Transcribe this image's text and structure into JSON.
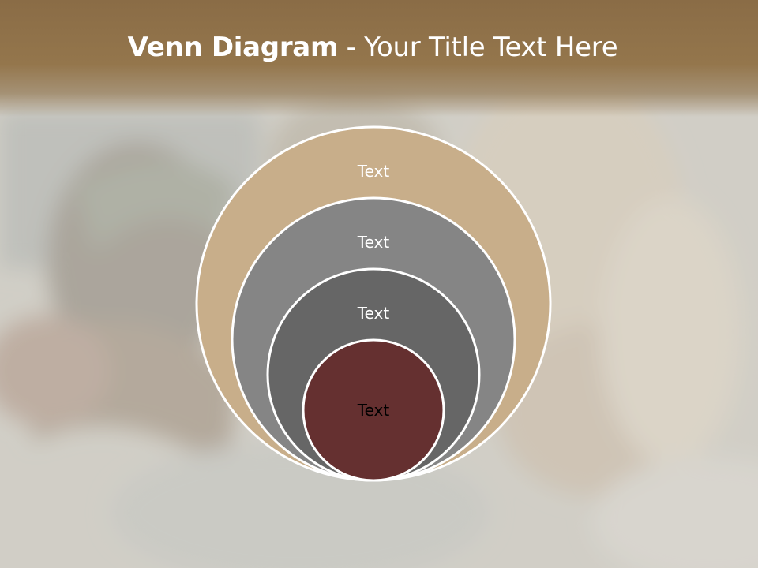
{
  "slide": {
    "title_bold": "Venn Diagram",
    "title_rest": " - Your Title Text Here"
  },
  "diagram": {
    "type": "nested-circles",
    "circles": [
      {
        "label": "Text",
        "fill": "#c8ae8a",
        "text_color": "#ffffff"
      },
      {
        "label": "Text",
        "fill": "#858585",
        "text_color": "#ffffff"
      },
      {
        "label": "Text",
        "fill": "#666666",
        "text_color": "#ffffff"
      },
      {
        "label": "Text",
        "fill": "#653030",
        "text_color": "#000000"
      }
    ]
  },
  "colors": {
    "title_band": "#8d6f48",
    "title_text": "#ffffff",
    "circle_outline": "#ffffff"
  }
}
